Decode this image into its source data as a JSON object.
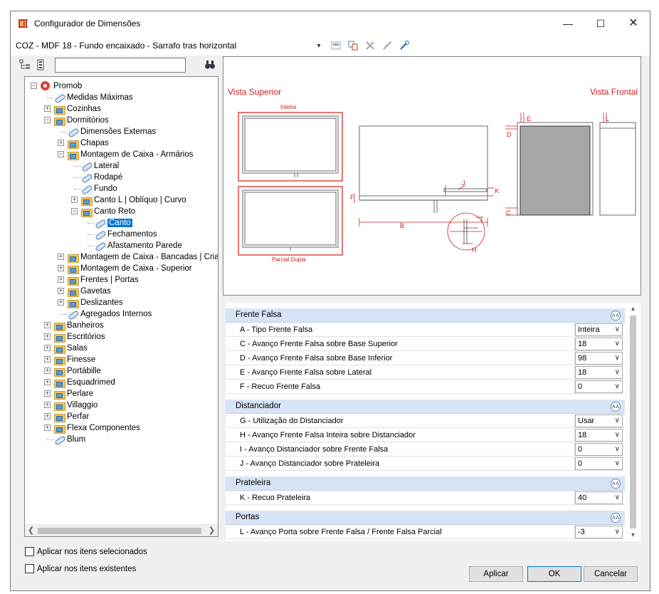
{
  "window": {
    "title": "Configurador de Dimensões",
    "controls": {
      "minimize": "—",
      "maximize": "☐",
      "close": "✕"
    }
  },
  "path": {
    "text": "COZ - MDF 18 - Fundo encaixado - Sarrafo tras horizontal",
    "dropdown_arrow": "▾"
  },
  "tree": {
    "search_value": "",
    "nodes": [
      {
        "label": "Promob",
        "icon": "root-icon",
        "exp": "−"
      },
      {
        "label": "Medidas Máximas",
        "icon": "item-icon"
      },
      {
        "label": "Cozinhas",
        "icon": "folder-icon",
        "exp": "+"
      },
      {
        "label": "Dormitórios",
        "icon": "folder-icon",
        "exp": "−"
      },
      {
        "label": "Dimensões Externas",
        "icon": "item-icon"
      },
      {
        "label": "Chapas",
        "icon": "folder-icon",
        "exp": "+"
      },
      {
        "label": "Montagem de Caixa - Armários",
        "icon": "folder-icon",
        "exp": "−"
      },
      {
        "label": "Lateral",
        "icon": "item-icon"
      },
      {
        "label": "Rodapé",
        "icon": "item-icon"
      },
      {
        "label": "Fundo",
        "icon": "item-icon"
      },
      {
        "label": "Canto L | Oblíquo | Curvo",
        "icon": "folder-icon",
        "exp": "+"
      },
      {
        "label": "Canto Reto",
        "icon": "folder-icon",
        "exp": "−"
      },
      {
        "label": "Canto",
        "icon": "item-icon",
        "selected": true
      },
      {
        "label": "Fechamentos",
        "icon": "item-icon"
      },
      {
        "label": "Afastamento Parede",
        "icon": "item-icon"
      },
      {
        "label": "Montagem de Caixa - Bancadas | Criado",
        "icon": "folder-icon",
        "exp": "+"
      },
      {
        "label": "Montagem de Caixa - Superior",
        "icon": "folder-icon",
        "exp": "+"
      },
      {
        "label": "Frentes | Portas",
        "icon": "folder-icon",
        "exp": "+"
      },
      {
        "label": "Gavetas",
        "icon": "folder-icon",
        "exp": "+"
      },
      {
        "label": "Deslizantes",
        "icon": "folder-icon",
        "exp": "+"
      },
      {
        "label": "Agregados Internos",
        "icon": "item-icon"
      },
      {
        "label": "Banheiros",
        "icon": "folder-icon",
        "exp": "+"
      },
      {
        "label": "Escritórios",
        "icon": "folder-icon",
        "exp": "+"
      },
      {
        "label": "Salas",
        "icon": "folder-icon",
        "exp": "+"
      },
      {
        "label": "Finesse",
        "icon": "folder-icon",
        "exp": "+"
      },
      {
        "label": "Portábille",
        "icon": "folder-icon",
        "exp": "+"
      },
      {
        "label": "Esquadrimed",
        "icon": "folder-icon",
        "exp": "+"
      },
      {
        "label": "Perlare",
        "icon": "folder-icon",
        "exp": "+"
      },
      {
        "label": "Villaggio",
        "icon": "folder-icon",
        "exp": "+"
      },
      {
        "label": "Perfar",
        "icon": "folder-icon",
        "exp": "+"
      },
      {
        "label": "Flexa Componentes",
        "icon": "folder-icon",
        "exp": "+"
      },
      {
        "label": "Blum",
        "icon": "item-icon"
      }
    ]
  },
  "options": {
    "apply_selected": "Aplicar nos itens selecionados",
    "apply_existing": "Aplicar nos itens existentes"
  },
  "preview": {
    "vista_superior": "Vista Superior",
    "vista_frontal": "Vista Frontal",
    "inteira": "Inteira",
    "parcial_dupla": "Parcial Dupla",
    "letters": {
      "B": "B",
      "C": "C",
      "D": "D",
      "E": "E",
      "F": "F",
      "H": "H",
      "I": "I",
      "J": "J",
      "K": "K",
      "L": "L"
    }
  },
  "properties": {
    "categories": [
      {
        "name": "Frente Falsa",
        "rows": [
          {
            "label": "A - Tipo Frente Falsa",
            "value": "Inteira"
          },
          {
            "label": "C - Avanço Frente Falsa sobre Base Superior",
            "value": "18"
          },
          {
            "label": "D - Avanço Frente Falsa sobre Base Inferior",
            "value": "98"
          },
          {
            "label": "E - Avanço Frente Falsa sobre Lateral",
            "value": "18"
          },
          {
            "label": "F - Recuo Frente Falsa",
            "value": "0"
          }
        ]
      },
      {
        "name": "Distanciador",
        "rows": [
          {
            "label": "G - Utilização do Distanciador",
            "value": "Usar"
          },
          {
            "label": "H - Avanço Frente Falsa Inteira sobre Distanciador",
            "value": "18"
          },
          {
            "label": "I - Avanço Distanciador sobre Frente Falsa",
            "value": "0"
          },
          {
            "label": "J - Avanço Distanciador sobre Prateleira",
            "value": "0"
          }
        ]
      },
      {
        "name": "Prateleira",
        "rows": [
          {
            "label": "K - Recuo Prateleira",
            "value": "40"
          }
        ]
      },
      {
        "name": "Portas",
        "rows": [
          {
            "label": "L - Avanço Porta sobre Frente Falsa / Frente Falsa Parcial",
            "value": "-3"
          }
        ]
      }
    ]
  },
  "buttons": {
    "apply": "Aplicar",
    "ok": "OK",
    "cancel": "Cancelar"
  },
  "colors": {
    "diagram_red": "#d01b1b",
    "category_bg": "#d7e4f5",
    "selection": "#0078d7"
  }
}
